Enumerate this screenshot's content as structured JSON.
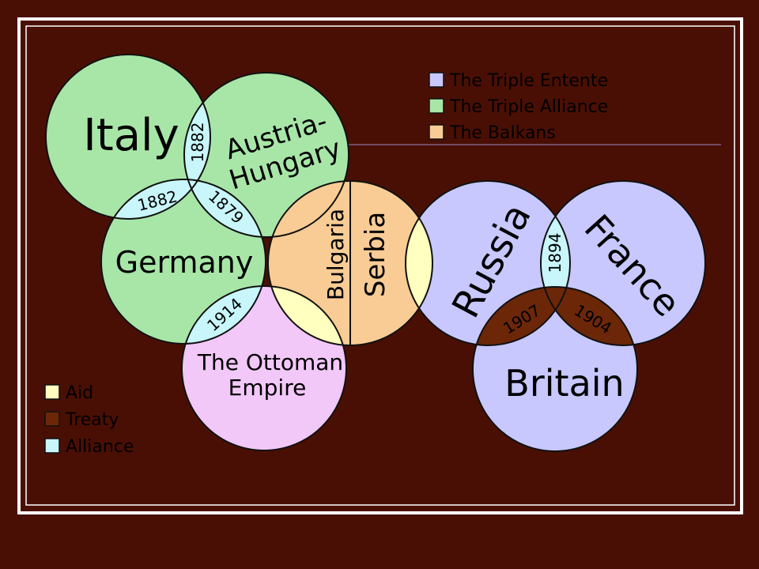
{
  "colors": {
    "background": "#4a0f04",
    "entente": "#c8c8ff",
    "alliance": "#a8e6a8",
    "balkans": "#f8cc94",
    "ottoman": "#f2c8f8",
    "aid": "#ffffc0",
    "treaty": "#6b2708",
    "alliance_link": "#c8f6fa"
  },
  "legend_groups": [
    {
      "label": "The Triple Entente",
      "color": "#c8c8ff"
    },
    {
      "label": "The Triple Alliance",
      "color": "#a8e6a8"
    },
    {
      "label": "The Balkans",
      "color": "#f8cc94"
    }
  ],
  "legend_links": [
    {
      "label": "Aid",
      "color": "#ffffc0"
    },
    {
      "label": "Treaty",
      "color": "#6b2708"
    },
    {
      "label": "Alliance",
      "color": "#c8f6fa"
    }
  ],
  "countries": {
    "italy": "Italy",
    "austria_line1": "Austria-",
    "austria_line2": "Hungary",
    "germany": "Germany",
    "bulgaria": "Bulgaria",
    "serbia": "Serbia",
    "ottoman_line1": "The Ottoman",
    "ottoman_line2": "Empire",
    "russia": "Russia",
    "france": "France",
    "britain": "Britain"
  },
  "links": {
    "italy_austria": "1882",
    "italy_germany": "1882",
    "germany_austria": "1879",
    "germany_ottoman": "1914",
    "russia_france": "1894",
    "russia_britain": "1907",
    "france_britain": "1904"
  }
}
